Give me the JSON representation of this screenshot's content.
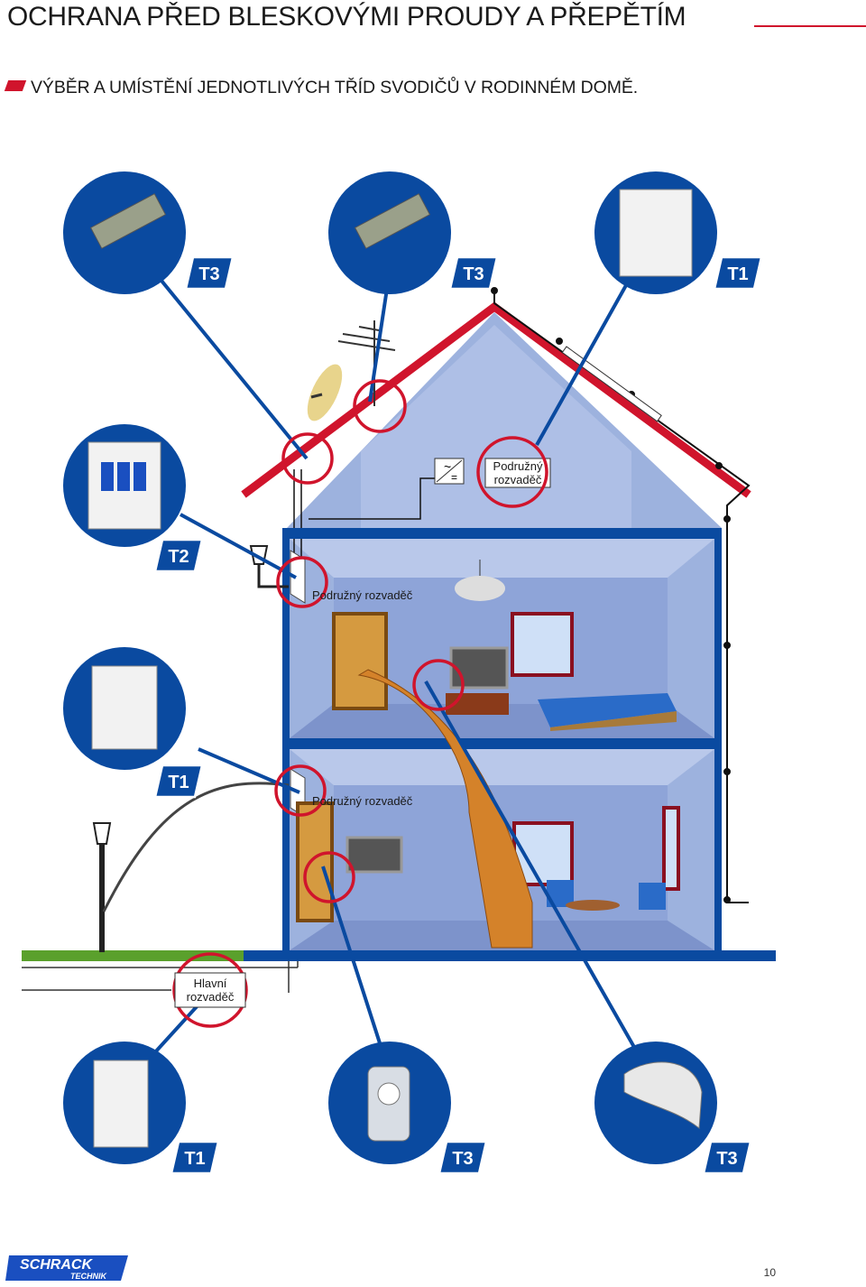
{
  "header": {
    "title": "OCHRANA PŘED BLESKOVÝMI PROUDY A PŘEPĚTÍM",
    "subtitle": "VÝBĚR A UMÍSTĚNÍ JEDNOTLIVÝCH TŘÍD SVODIČŮ V RODINNÉM DOMĚ."
  },
  "labels": {
    "attic_board": "Podružný rozvaděč",
    "floor1_board": "Podružný rozvaděč",
    "ground_board": "Podružný rozvaděč",
    "main_board": "Hlavní rozvaděč",
    "inverter_ac": "~",
    "inverter_dc": "="
  },
  "device_badges": {
    "top_left": "T3",
    "top_center": "T3",
    "top_right": "T1",
    "mid_left": "T2",
    "lower_left": "T1",
    "bottom_left": "T1",
    "bottom_center": "T3",
    "bottom_right": "T3"
  },
  "footer": {
    "logo_top": "SCHRACK",
    "logo_bottom": "TECHNIK",
    "page_number": "10"
  },
  "colors": {
    "brand_red": "#d0142c",
    "house_blue": "#0a4aa0",
    "wall_fill": "#8fa7d6",
    "ground_green": "#5aa02c"
  }
}
